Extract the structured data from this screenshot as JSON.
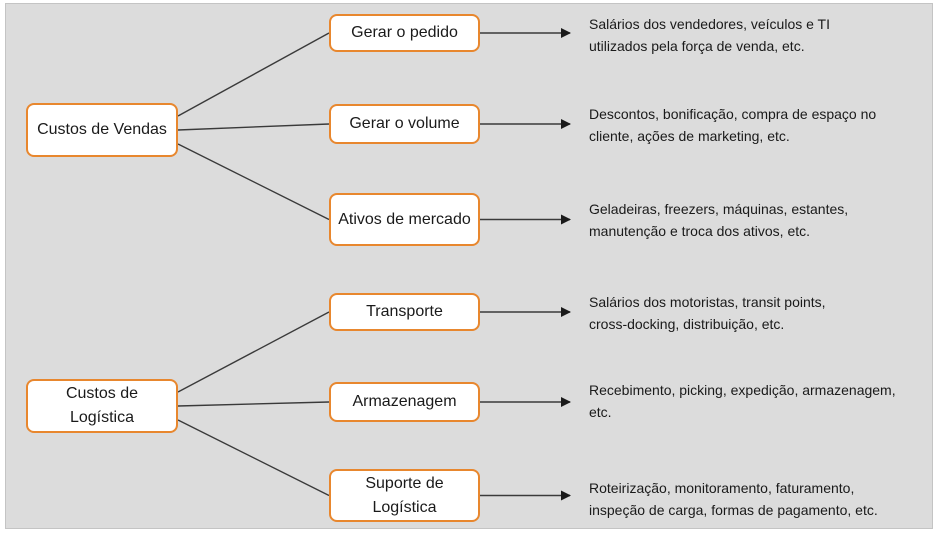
{
  "categories": [
    {
      "label": "Custos de Vendas",
      "items": [
        {
          "label": "Gerar o pedido",
          "desc": [
            "Salários dos vendedores, veículos e TI",
            "utilizados pela força de venda, etc."
          ]
        },
        {
          "label": "Gerar o volume",
          "desc": [
            "Descontos, bonificação, compra de espaço no",
            "cliente, ações de marketing, etc."
          ]
        },
        {
          "label": "Ativos de mercado",
          "desc": [
            "Geladeiras, freezers, máquinas, estantes,",
            "manutenção e troca dos ativos, etc."
          ]
        }
      ]
    },
    {
      "label": "Custos de Logística",
      "items": [
        {
          "label": "Transporte",
          "desc": [
            "Salários dos motoristas, transit points,",
            "cross-docking, distribuição, etc."
          ]
        },
        {
          "label": "Armazenagem",
          "desc": [
            "Recebimento, picking, expedição, armazenagem,",
            "etc."
          ]
        },
        {
          "label": "Suporte de Logística",
          "desc": [
            "Roteirização, monitoramento, faturamento,",
            "inspeção de carga, formas de pagamento, etc."
          ]
        }
      ]
    }
  ]
}
